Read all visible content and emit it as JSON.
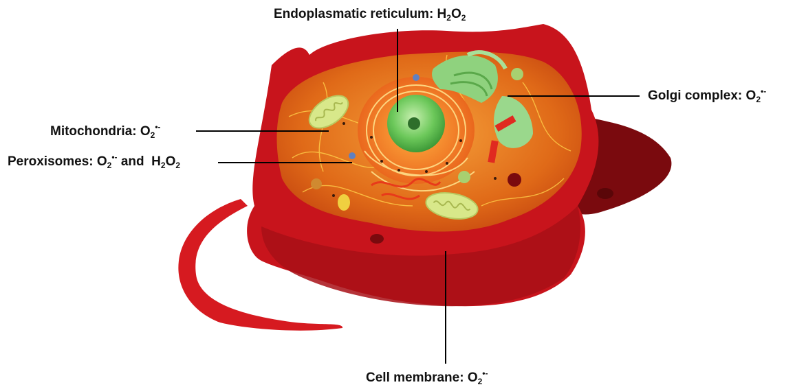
{
  "labels": {
    "er": {
      "text": "Endoplasmatic reticulum: H",
      "s1": "2",
      "mid": "O",
      "s2": "2"
    },
    "golgi": {
      "text": "Golgi complex: O",
      "sub": "2",
      "sup": "•-"
    },
    "mito": {
      "text": "Mitochondria: O",
      "sub": "2",
      "sup": "•-"
    },
    "perox": {
      "text": "Peroxisomes: O",
      "sub": "2",
      "sup": "•-",
      "mid": " and  H",
      "s2": "2",
      "end": "O",
      "s3": "2"
    },
    "membrane": {
      "text": "Cell membrane: O",
      "sub": "2",
      "sup": "•-"
    }
  },
  "colors": {
    "membrane": "#c8141c",
    "membrane_dark": "#8e0e12",
    "cytoplasm": "#e8701a",
    "nucleus_ring": "#f08a1c",
    "nucleus": "#7fd06a",
    "organelle": "#c8e07a",
    "golgi": "#9ad88c",
    "leader_line": "#000000"
  }
}
